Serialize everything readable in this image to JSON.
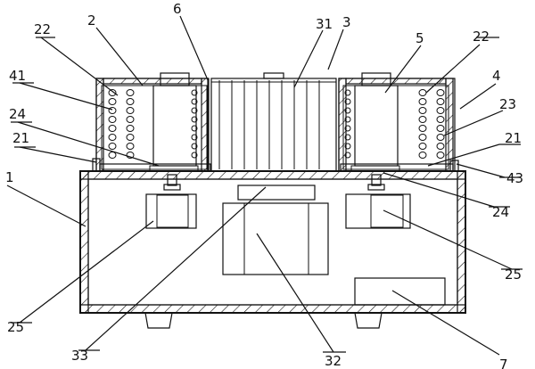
{
  "diagram": {
    "colors": {
      "ink": "#111111",
      "paper": "#ffffff"
    },
    "labels": [
      {
        "id": "label-1",
        "text": "1"
      },
      {
        "id": "label-2",
        "text": "2"
      },
      {
        "id": "label-3",
        "text": "3"
      },
      {
        "id": "label-4",
        "text": "4"
      },
      {
        "id": "label-5",
        "text": "5"
      },
      {
        "id": "label-6",
        "text": "6"
      },
      {
        "id": "label-7",
        "text": "7"
      },
      {
        "id": "label-21-left",
        "text": "21"
      },
      {
        "id": "label-21-right",
        "text": "21"
      },
      {
        "id": "label-22-left",
        "text": "22"
      },
      {
        "id": "label-22-right",
        "text": "22"
      },
      {
        "id": "label-23",
        "text": "23"
      },
      {
        "id": "label-24-left",
        "text": "24"
      },
      {
        "id": "label-24-right",
        "text": "24"
      },
      {
        "id": "label-25-left",
        "text": "25"
      },
      {
        "id": "label-25-right",
        "text": "25"
      },
      {
        "id": "label-31",
        "text": "31"
      },
      {
        "id": "label-32",
        "text": "32"
      },
      {
        "id": "label-33",
        "text": "33"
      },
      {
        "id": "label-41",
        "text": "41"
      },
      {
        "id": "label-43",
        "text": "43"
      }
    ]
  }
}
